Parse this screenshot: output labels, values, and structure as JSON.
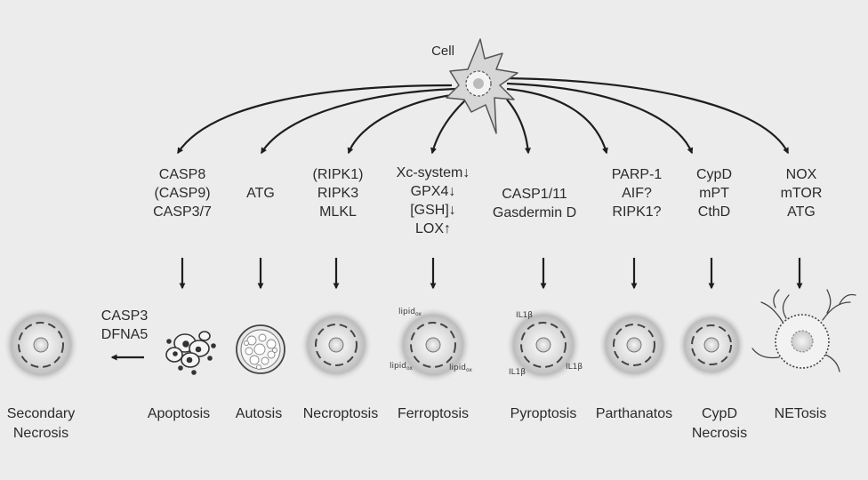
{
  "source": {
    "label": "Cell"
  },
  "pathways": [
    {
      "id": "apoptosis",
      "mediators": [
        "CASP8",
        "(CASP9)",
        "CASP3/7"
      ],
      "name": [
        "Apoptosis"
      ],
      "morphology": "fragmented-cell-icon"
    },
    {
      "id": "autosis",
      "mediators": [
        "ATG"
      ],
      "name": [
        "Autosis"
      ],
      "morphology": "vacuolated-cell-icon"
    },
    {
      "id": "necroptosis",
      "mediators": [
        "(RIPK1)",
        "RIPK3",
        "MLKL"
      ],
      "name": [
        "Necroptosis"
      ],
      "morphology": "swollen-cell-icon"
    },
    {
      "id": "ferroptosis",
      "mediators": [
        "Xc-system↓",
        "GPX4↓",
        "[GSH]↓",
        "LOX↑"
      ],
      "name": [
        "Ferroptosis"
      ],
      "morphology": "lipid-peroxidation-cell-icon"
    },
    {
      "id": "pyroptosis",
      "mediators": [
        "CASP1/11",
        "Gasdermin D"
      ],
      "name": [
        "Pyroptosis"
      ],
      "morphology": "il1b-release-cell-icon"
    },
    {
      "id": "parthanatos",
      "mediators": [
        "PARP-1",
        "AIF?",
        "RIPK1?"
      ],
      "name": [
        "Parthanatos"
      ],
      "morphology": "swollen-cell-icon"
    },
    {
      "id": "cypd",
      "mediators": [
        "CypD",
        "mPT",
        "CthD"
      ],
      "name": [
        "CypD",
        "Necrosis"
      ],
      "morphology": "swollen-cell-icon"
    },
    {
      "id": "netosis",
      "mediators": [
        "NOX",
        "mTOR",
        "ATG"
      ],
      "name": [
        "NETosis"
      ],
      "morphology": "net-release-cell-icon"
    }
  ],
  "secondary": {
    "mediators": [
      "CASP3",
      "DFNA5"
    ],
    "name": [
      "Secondary",
      "Necrosis"
    ],
    "morphology": "swollen-cell-icon"
  },
  "annotations": {
    "ferroptosis_lipid": "lipid",
    "ferroptosis_lipid_sub": "ox",
    "pyroptosis_cytokine": "IL1β"
  }
}
